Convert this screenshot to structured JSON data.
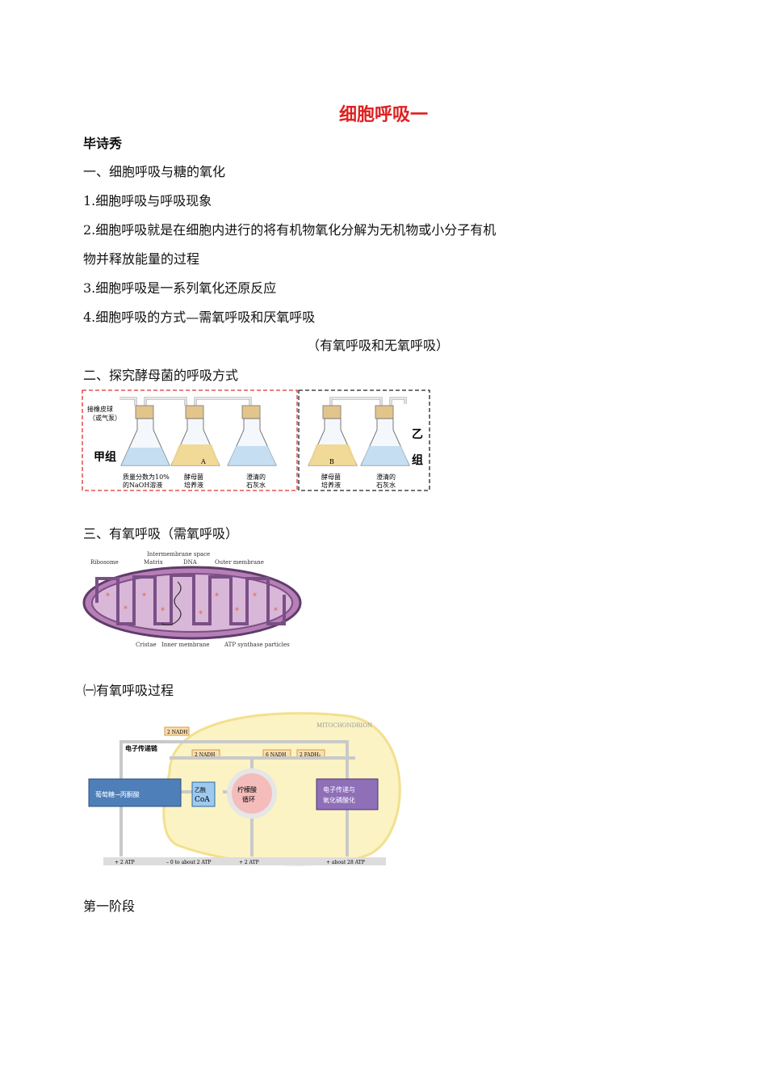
{
  "title": "细胞呼吸一",
  "author": "毕诗秀",
  "lines": [
    "一、细胞呼吸与糖的氧化",
    "1.细胞呼吸与呼吸现象",
    "2.细胞呼吸就是在细胞内进行的将有机物氧化分解为无机物或小分子有机",
    "物并释放能量的过程",
    "3.细胞呼吸是一系列氧化还原反应",
    "4.细胞呼吸的方式—需氧呼吸和厌氧呼吸",
    "（有氧呼吸和无氧呼吸）",
    "二、探究酵母菌的呼吸方式",
    "三、有氧呼吸（需氧呼吸）",
    "㈠有氧呼吸过程",
    "第一阶段"
  ],
  "yeast_figure": {
    "pump_label": [
      "接橡皮球",
      "（或气泵）"
    ],
    "group_a": "甲组",
    "group_b": [
      "乙",
      "组"
    ],
    "flask_a": "A",
    "flask_b": "B",
    "captions": [
      [
        "质量分数为10%",
        "的NaOH溶液"
      ],
      [
        "酵母菌",
        "培养液"
      ],
      [
        "澄清的",
        "石灰水"
      ],
      [
        "酵母菌",
        "培养液"
      ],
      [
        "澄清的",
        "石灰水"
      ]
    ]
  },
  "mito_figure": {
    "labels": [
      "Ribosome",
      "Matrix",
      "Intermembrane space",
      "DNA",
      "Outer membrane",
      "Cristae",
      "Inner membrane",
      "ATP synthase particles"
    ]
  },
  "aerobic_figure": {
    "mitochondrion": "MITOCHONDRION",
    "nadh_top": "2 NADH",
    "etc_label": "电子传递链",
    "nadh_left": "2 NADH",
    "nadh_mid": "6 NADH",
    "fadh": "2 FADH₂",
    "glycolysis": "葡萄糖→丙酮酸",
    "acetyl_coa": [
      "乙酰",
      "CoA"
    ],
    "krebs": [
      "柠檬酸",
      "循环"
    ],
    "oxphos": [
      "电子传递与",
      "氧化磷酸化"
    ],
    "atp_row": [
      "+ 2 ATP",
      "– 0 to about 2 ATP",
      "+ 2 ATP",
      "+ about 28 ATP"
    ]
  }
}
